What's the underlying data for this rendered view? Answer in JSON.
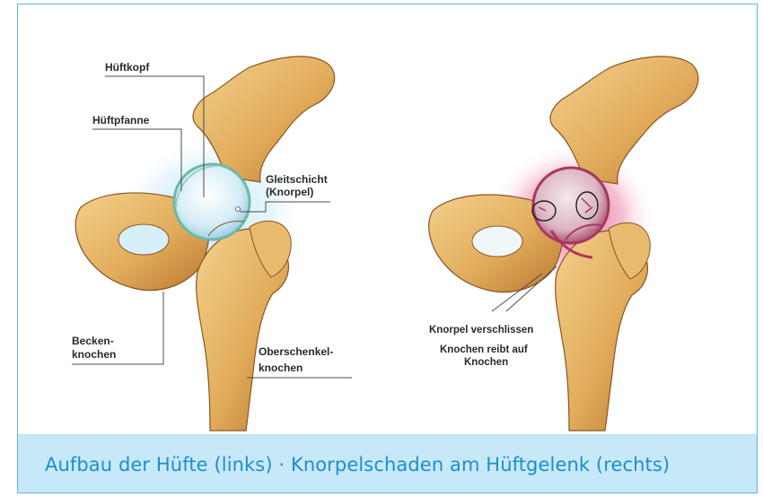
{
  "left_diagram": {
    "label_hueftkopf": "Hüftkopf",
    "label_hueftpfanne": "Hüftpfanne",
    "label_gleitschicht": "Gleitschicht",
    "label_knorpel": "(Knorpel)",
    "label_becken_1": "Becken-",
    "label_becken_2": "knochen",
    "label_oberschenkel_1": "Oberschenkel-",
    "label_oberschenkel_2": "knochen"
  },
  "right_diagram": {
    "label_knorpel_verschlissen": "Knorpel verschlissen",
    "label_knochen_reibt_1": "Knochen reibt auf",
    "label_knochen_reibt_2": "Knochen"
  },
  "caption": "Aufbau der Hüfte (links) · Knorpelschaden am Hüftgelenk (rechts)",
  "colors": {
    "border": "#5ab7e6",
    "caption_bg": "#c6e8f8",
    "caption_text": "#1d8fca",
    "bone": "#e4b466",
    "cartilage": "#cfe8f2",
    "inflammation": "#d23a6a"
  }
}
